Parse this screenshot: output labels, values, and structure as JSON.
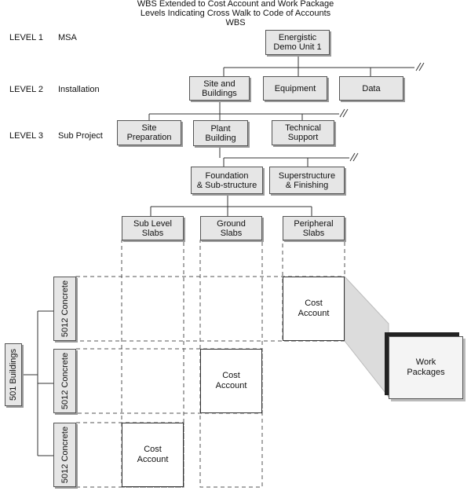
{
  "title": {
    "line1": "WBS Extended to Cost Account and Work Package",
    "line2": "Levels Indicating Cross Walk to Code of Accounts",
    "line3": "WBS"
  },
  "levels": [
    {
      "label": "LEVEL 1",
      "name": "MSA"
    },
    {
      "label": "LEVEL 2",
      "name": "Installation"
    },
    {
      "label": "LEVEL 3",
      "name": "Sub Project"
    }
  ],
  "nodes": {
    "root": "Energistic\nDemo Unit 1",
    "site_buildings": "Site and\nBuildings",
    "equipment": "Equipment",
    "data": "Data",
    "site_preparation": "Site\nPreparation",
    "plant_building": "Plant\nBuilding",
    "technical_support": "Technical\nSupport",
    "foundation": "Foundation\n& Sub-structure",
    "superstructure": "Superstructure\n& Finishing",
    "sub_level_slabs": "Sub Level\nSlabs",
    "ground_slabs": "Ground\nSlabs",
    "peripheral_slabs": "Peripheral\nSlabs"
  },
  "code_of_accounts": {
    "parent": "501 Buildings",
    "children": [
      "5012 Concrete",
      "5012 Concrete",
      "5012 Concrete"
    ]
  },
  "cost_accounts": [
    "Cost\nAccount",
    "Cost\nAccount",
    "Cost\nAccount"
  ],
  "work_packages": "Work\nPackages"
}
